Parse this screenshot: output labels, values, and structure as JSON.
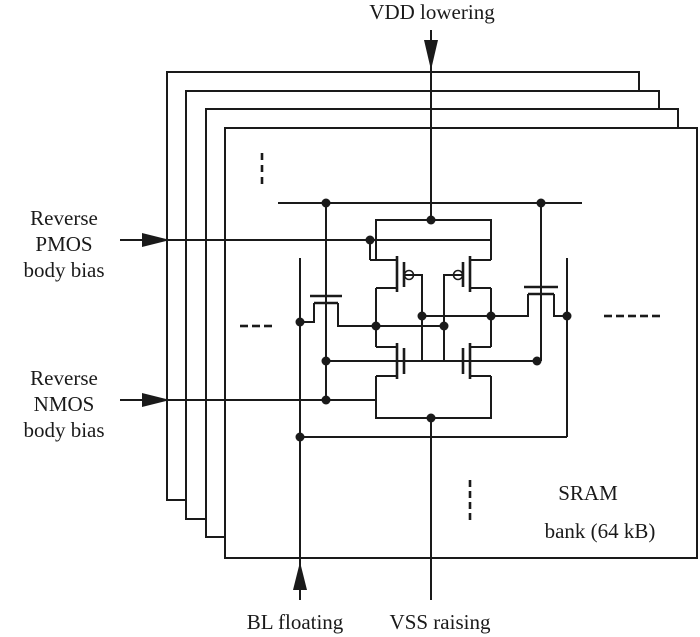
{
  "labels": {
    "vdd": "VDD lowering",
    "vss": "VSS raising",
    "bl": "BL floating",
    "pmos": [
      "Reverse",
      "PMOS",
      "body bias"
    ],
    "nmos": [
      "Reverse",
      "NMOS",
      "body bias"
    ],
    "sram": "SRAM",
    "bank": "bank (64 kB)"
  },
  "colors": {
    "ink": "#1a1a1a",
    "background": "#ffffff"
  }
}
